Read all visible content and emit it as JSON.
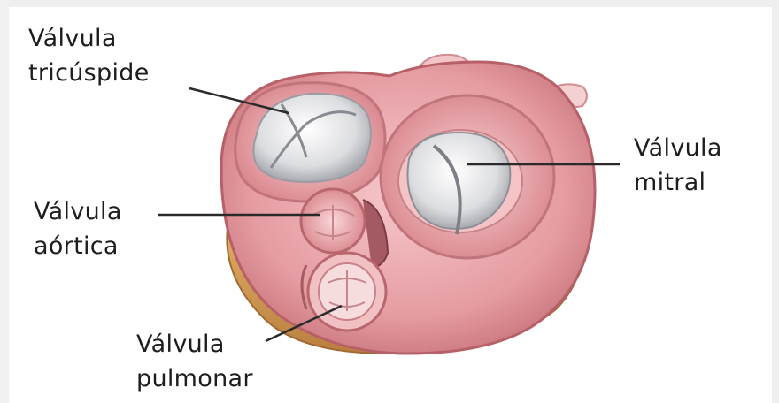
{
  "labels": {
    "tricuspid": {
      "line1": "Válvula",
      "line2": "tricúspide"
    },
    "mitral": {
      "line1": "Válvula",
      "line2": "mitral"
    },
    "aortic": {
      "line1": "Válvula",
      "line2": "aórtica"
    },
    "pulmonary": {
      "line1": "Válvula",
      "line2": "pulmonar"
    }
  },
  "colors": {
    "tissue": "#e9a3a7",
    "tissue_dark": "#c9767c",
    "fat": "#d9a35a",
    "valve_white": "#e8e8ea",
    "leader_line": "#2a2a2a"
  }
}
